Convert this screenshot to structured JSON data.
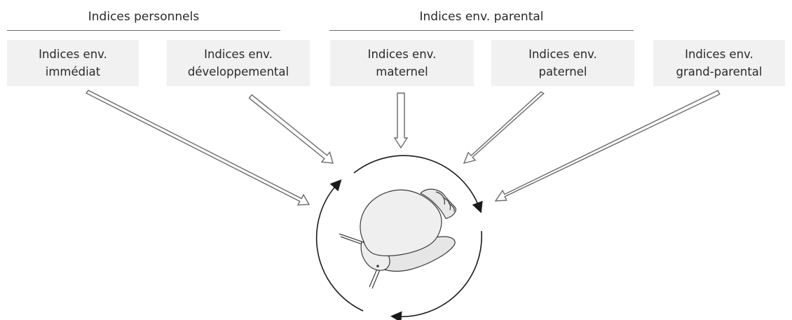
{
  "groups": {
    "personal": "Indices personnels",
    "parental": "Indices env. parental"
  },
  "boxes": [
    {
      "line1": "Indices env.",
      "line2": "immédiat"
    },
    {
      "line1": "Indices env.",
      "line2": "développemental"
    },
    {
      "line1": "Indices env.",
      "line2": "maternel"
    },
    {
      "line1": "Indices env.",
      "line2": "paternel"
    },
    {
      "line1": "Indices env.",
      "line2": "grand-parental"
    }
  ],
  "colors": {
    "box_fill": "#f1f1f1",
    "arrow_stroke": "#6a6a6a",
    "snail_fill": "#efefef",
    "cycle_stroke": "#1a1a1a"
  },
  "center_image": "snail-illustration"
}
